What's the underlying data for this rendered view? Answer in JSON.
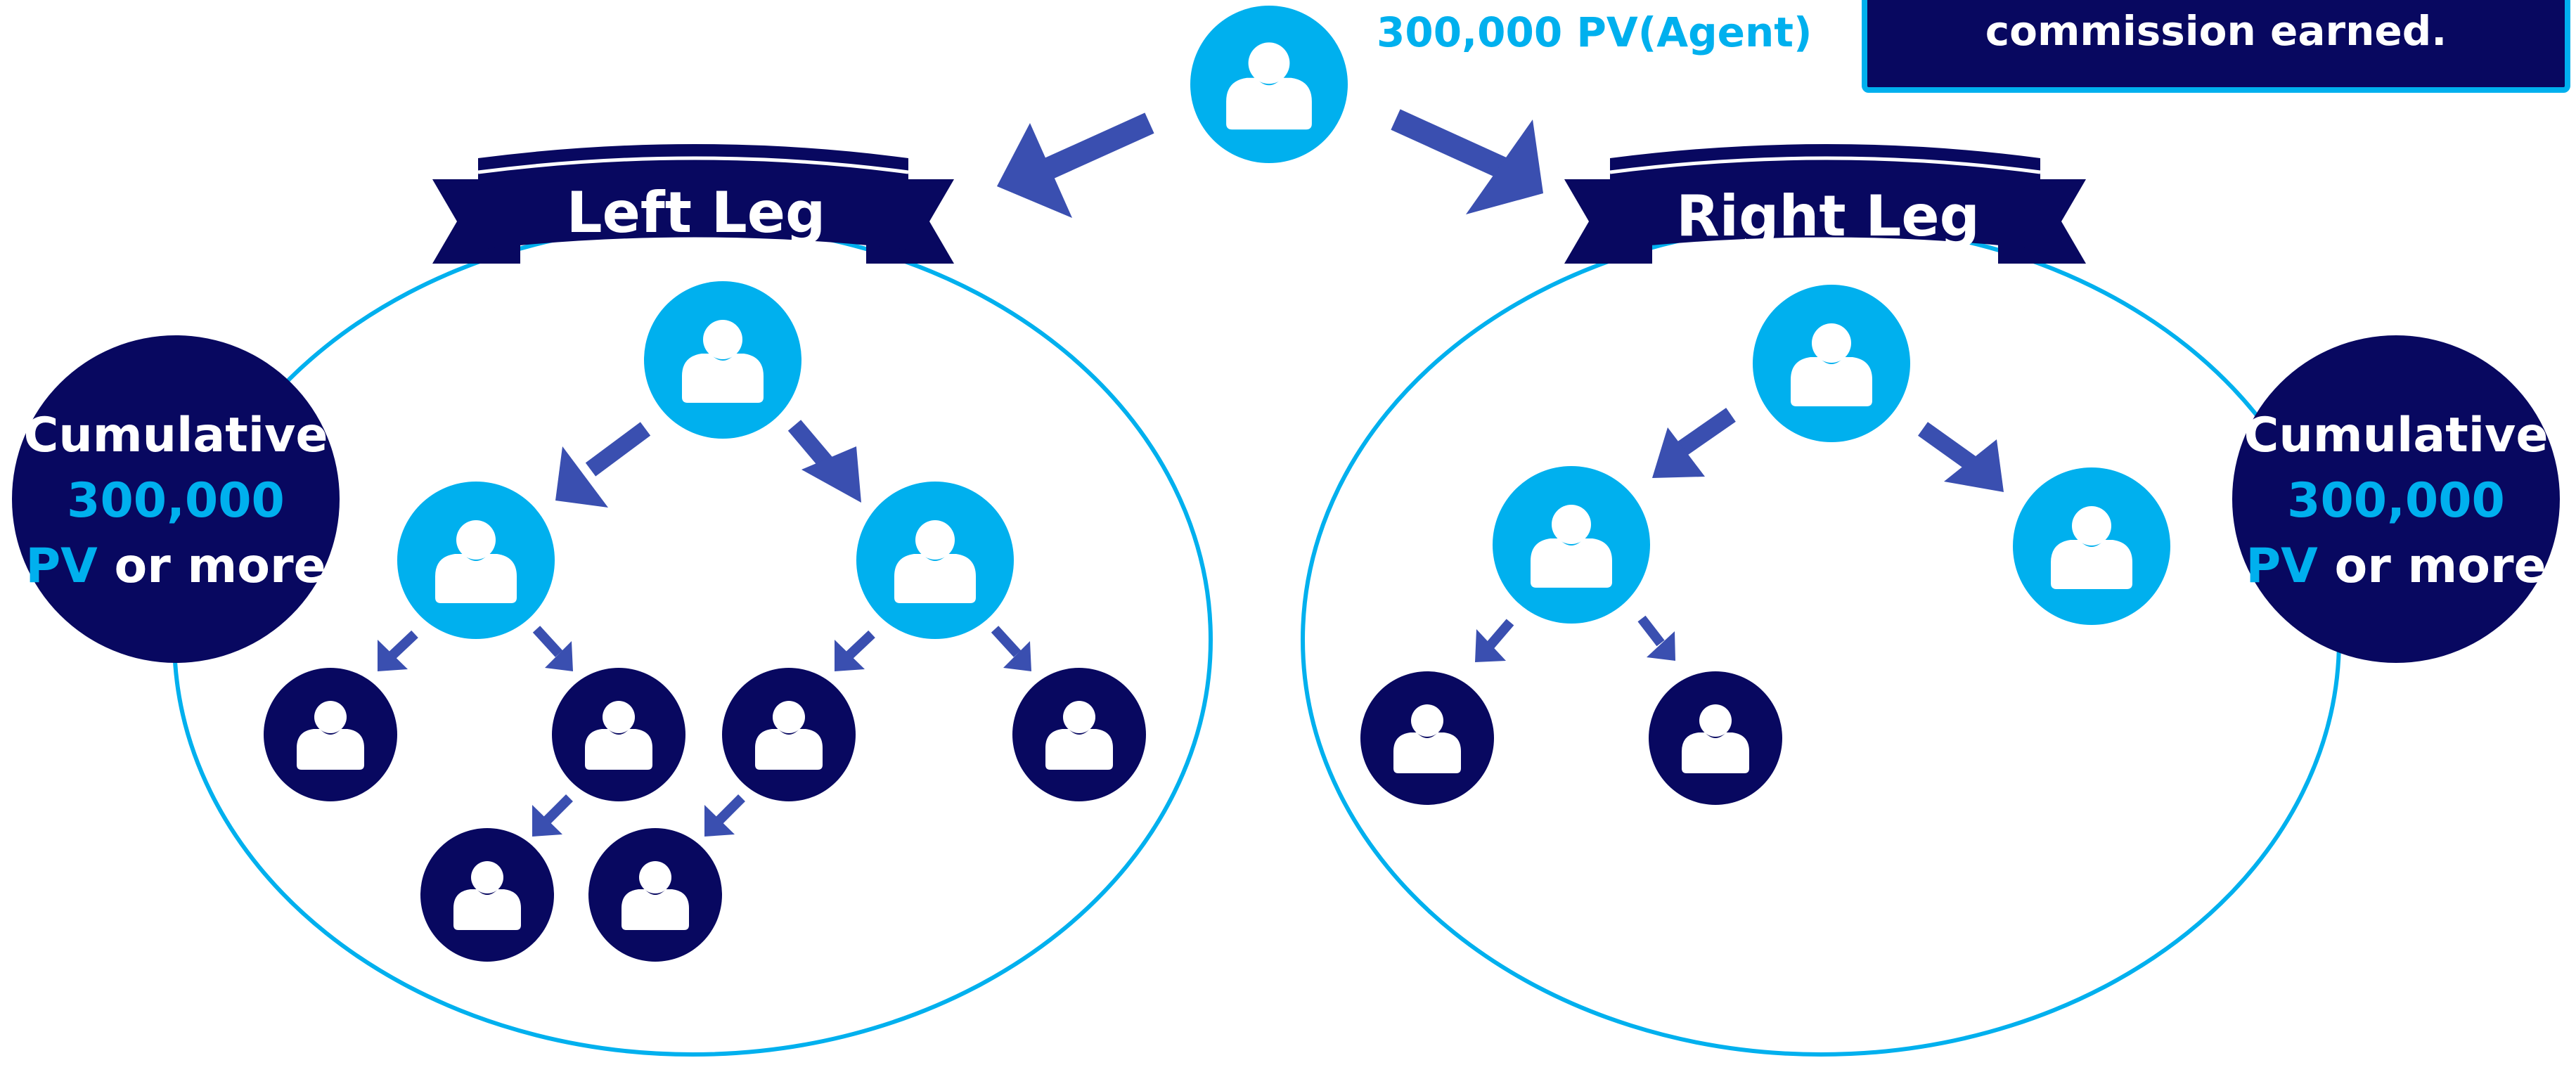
{
  "colors": {
    "navy": "#080860",
    "cyan": "#00B0EE",
    "arrow": "#3A4FB0",
    "white": "#ffffff"
  },
  "agent": {
    "pv_label": "300,000 PV(Agent)",
    "icon": "person-icon"
  },
  "callout": {
    "text": "commission earned."
  },
  "legs": {
    "left": {
      "title": "Left Leg",
      "badge": {
        "line1": "Cumulative",
        "line2": "300,000",
        "line3_highlight": "PV",
        "line3_rest": " or more"
      }
    },
    "right": {
      "title": "Right Leg",
      "badge": {
        "line1": "Cumulative",
        "line2": "300,000",
        "line3_highlight": "PV",
        "line3_rest": " or more"
      }
    }
  }
}
